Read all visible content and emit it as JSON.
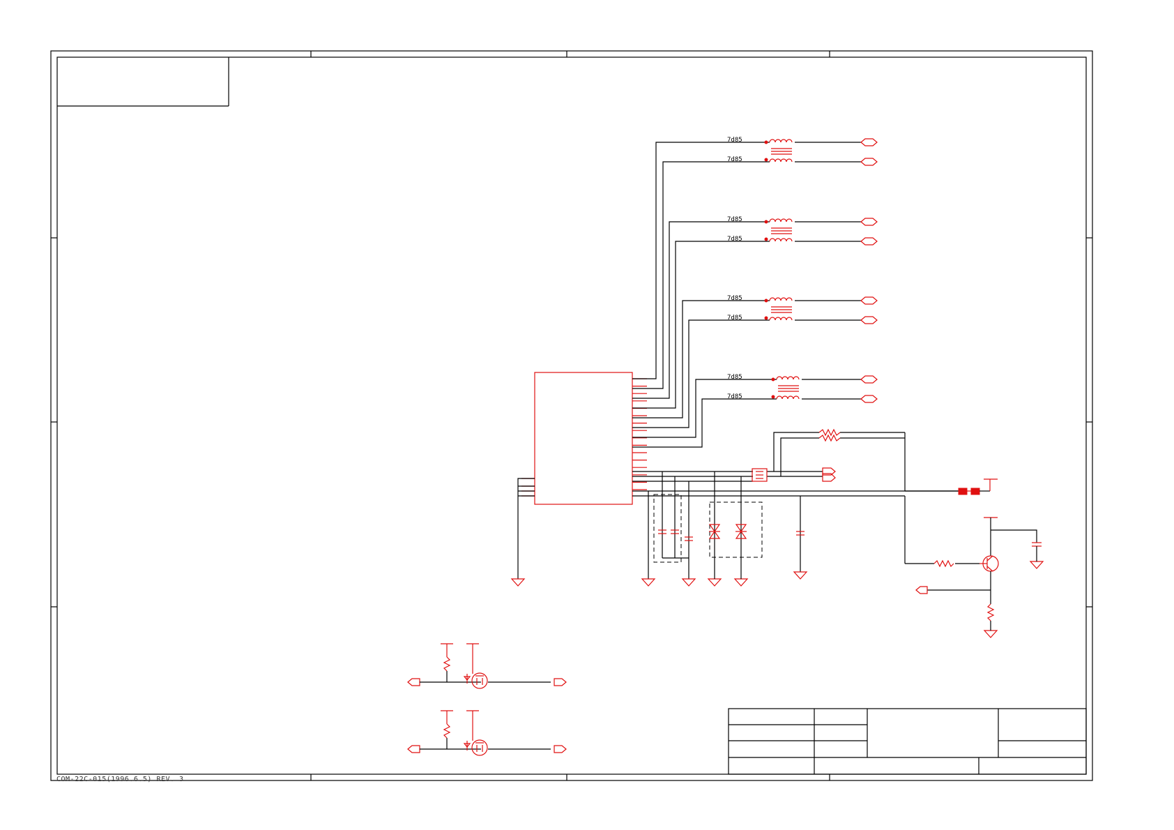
{
  "sheet": {
    "footer_text": "COM-22C-015(1996.6.5) REV. 3"
  },
  "nets": {
    "pair_label": "7d85",
    "labels": [
      "7d85",
      "7d85",
      "7d85",
      "7d85",
      "7d85",
      "7d85",
      "7d85",
      "7d85"
    ]
  },
  "colors": {
    "component": "#e01010",
    "wire": "#000000"
  },
  "icons": [
    "transformer-icon",
    "capacitor-icon",
    "tvs-diode-icon",
    "resistor-icon",
    "transistor-icon",
    "ground-icon",
    "power-rail-icon",
    "port-icon",
    "mosfet-icon",
    "fuse-icon",
    "common-mode-choke-icon"
  ]
}
